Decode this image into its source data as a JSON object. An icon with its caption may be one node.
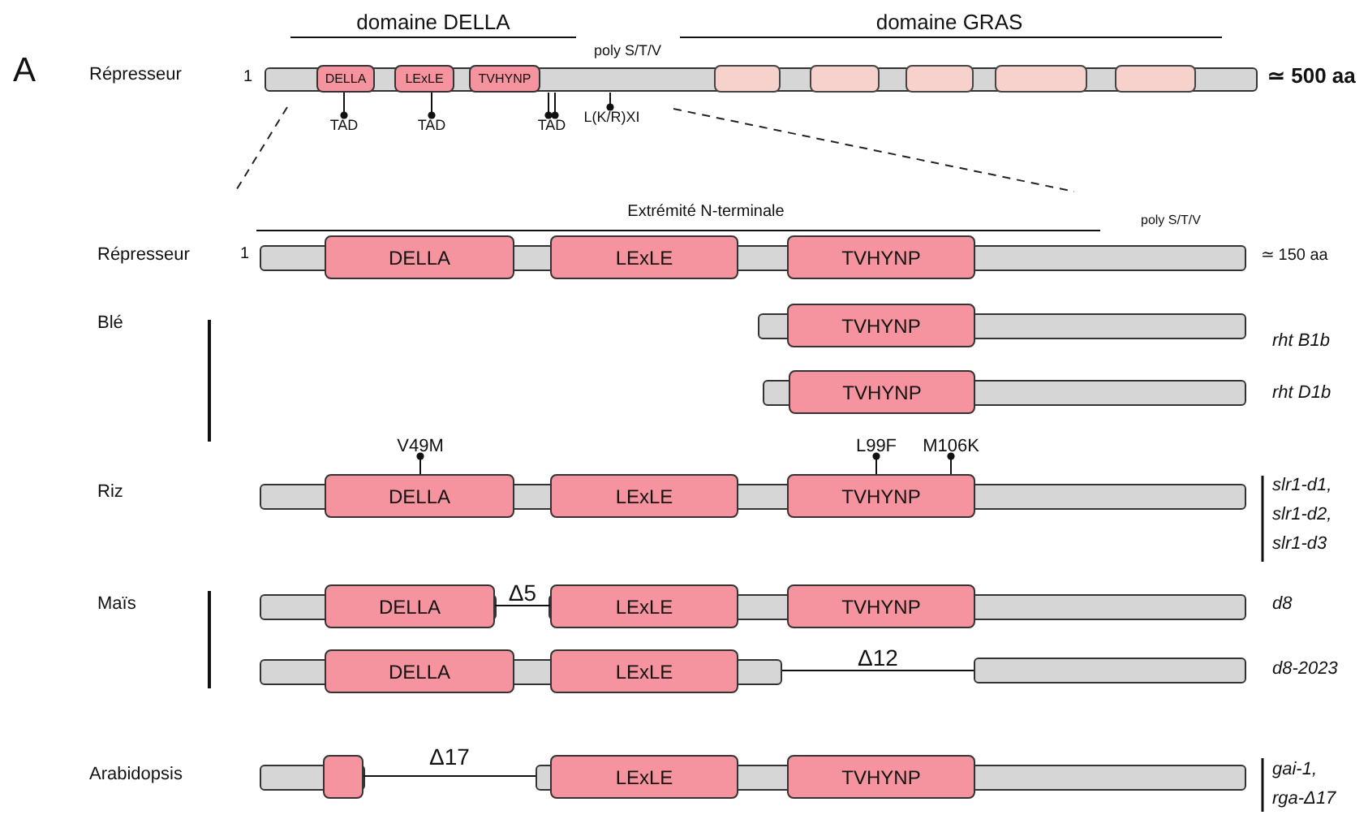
{
  "diagram": {
    "nodes": [
      {
        "text": [],
        "shape": "bar",
        "beside": [
          "1",
          "≃ 500 aa"
        ]
      },
      {
        "text": [
          "DELLA"
        ],
        "in": 0
      },
      {
        "text": [
          "LExLE"
        ],
        "in": 0
      },
      {
        "text": [
          "TVHYNP"
        ],
        "in": 0
      },
      {
        "text": [],
        "shape": "box",
        "in": 0
      },
      {
        "text": [],
        "shape": "box",
        "in": 0
      },
      {
        "text": [],
        "shape": "box",
        "in": 0
      },
      {
        "text": [],
        "shape": "box",
        "in": 0
      },
      {
        "text": [],
        "shape": "box",
        "in": 0
      },
      {
        "text": [
          "TAD"
        ]
      },
      {
        "text": [
          "TAD"
        ]
      },
      {
        "text": [
          "TAD"
        ]
      },
      {
        "text": [
          "L(K/R)XI"
        ]
      },
      {
        "text": [],
        "shape": "bar",
        "beside": [
          "1",
          "≃ 150 aa"
        ]
      },
      {
        "text": [
          "DELLA"
        ],
        "in": 13
      },
      {
        "text": [
          "LExLE"
        ],
        "in": 13
      },
      {
        "text": [
          "TVHYNP"
        ],
        "in": 13
      },
      {
        "text": [],
        "shape": "bar"
      },
      {
        "text": [
          "TVHYNP"
        ],
        "in": 17
      },
      {
        "text": [],
        "shape": "bar"
      },
      {
        "text": [
          "TVHYNP"
        ],
        "in": 19
      },
      {
        "text": [
          "V49M"
        ]
      },
      {
        "text": [
          "L99F"
        ]
      },
      {
        "text": [
          "M106K"
        ]
      },
      {
        "text": [],
        "shape": "bar"
      },
      {
        "text": [
          "DELLA"
        ],
        "in": 24
      },
      {
        "text": [
          "LExLE"
        ],
        "in": 24
      },
      {
        "text": [
          "TVHYNP"
        ],
        "in": 24
      },
      {
        "text": [],
        "shape": "bar"
      },
      {
        "text": [
          "DELLA"
        ],
        "in": 28
      },
      {
        "text": [],
        "shape": "bar"
      },
      {
        "text": [
          "LExLE"
        ],
        "in": 30
      },
      {
        "text": [
          "TVHYNP"
        ],
        "in": 30
      },
      {
        "text": [],
        "shape": "bar"
      },
      {
        "text": [
          "DELLA"
        ],
        "in": 33
      },
      {
        "text": [
          "LExLE"
        ],
        "in": 33
      },
      {
        "text": [],
        "shape": "bar"
      },
      {
        "text": [],
        "shape": "bar"
      },
      {
        "text": [],
        "shape": "box",
        "in": 37
      },
      {
        "text": [],
        "shape": "bar"
      },
      {
        "text": [
          "LExLE"
        ],
        "in": 39
      },
      {
        "text": [
          "TVHYNP"
        ],
        "in": 39
      }
    ],
    "edges": [
      {
        "from": 9,
        "to": 1,
        "arrow": "other"
      },
      {
        "from": 10,
        "to": 2,
        "arrow": "other"
      },
      {
        "from": 11,
        "to": 0,
        "arrow": "other"
      },
      {
        "from": 11,
        "to": 0,
        "arrow": "other"
      },
      {
        "from": 12,
        "to": 0,
        "arrow": "other"
      },
      {
        "from": 21,
        "to": 25,
        "arrow": "other"
      },
      {
        "from": 22,
        "to": 27,
        "arrow": "other"
      },
      {
        "from": 23,
        "to": 27,
        "arrow": "other"
      },
      {
        "from": 29,
        "to": 31,
        "arrow": "none",
        "label": "Δ5"
      },
      {
        "from": 33,
        "to": 36,
        "arrow": "none",
        "label": "Δ12"
      },
      {
        "from": 38,
        "to": 39,
        "arrow": "none",
        "label": "Δ17"
      }
    ],
    "labels": [
      "A",
      "domaine DELLA",
      "domaine GRAS",
      "Répresseur",
      "poly S/T/V",
      "Extrémité N-terminale",
      "Répresseur",
      "poly S/T/V",
      "Blé",
      "rht B1b",
      "rht D1b",
      "Riz",
      "slr1-d1, slr1-d2, slr1-d3",
      "Maïs",
      "d8",
      "d8-2023",
      "Arabidopsis",
      "gai-1, rga-Δ17"
    ]
  }
}
